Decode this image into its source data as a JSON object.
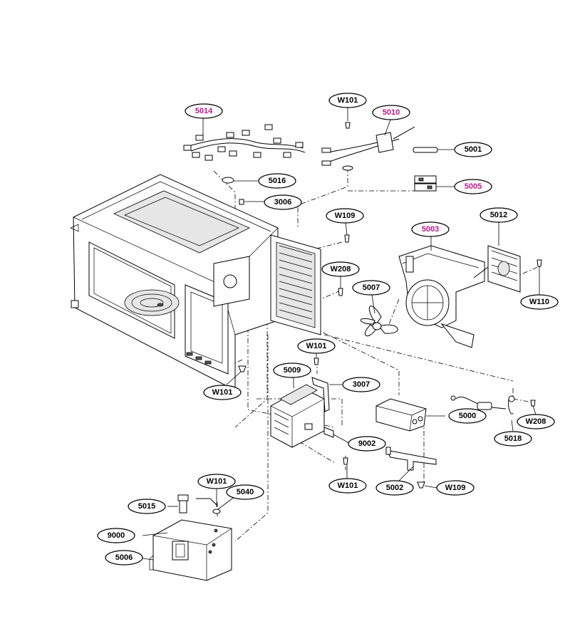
{
  "accent_color": "#c0168c",
  "callouts": [
    {
      "id": "5014",
      "label": "5014",
      "color": "#c0168c"
    },
    {
      "id": "w101-top",
      "label": "W101",
      "color": "#000000"
    },
    {
      "id": "5010",
      "label": "5010",
      "color": "#c0168c"
    },
    {
      "id": "5001",
      "label": "5001",
      "color": "#000000"
    },
    {
      "id": "5016",
      "label": "5016",
      "color": "#000000"
    },
    {
      "id": "5005",
      "label": "5005",
      "color": "#c0168c"
    },
    {
      "id": "3006",
      "label": "3006",
      "color": "#000000"
    },
    {
      "id": "w109-top",
      "label": "W109",
      "color": "#000000"
    },
    {
      "id": "5012",
      "label": "5012",
      "color": "#000000"
    },
    {
      "id": "5003",
      "label": "5003",
      "color": "#c0168c"
    },
    {
      "id": "w208-mid",
      "label": "W208",
      "color": "#000000"
    },
    {
      "id": "5007",
      "label": "5007",
      "color": "#000000"
    },
    {
      "id": "w110",
      "label": "W110",
      "color": "#000000"
    },
    {
      "id": "w101-mid",
      "label": "W101",
      "color": "#000000"
    },
    {
      "id": "5009",
      "label": "5009",
      "color": "#000000"
    },
    {
      "id": "3007",
      "label": "3007",
      "color": "#000000"
    },
    {
      "id": "w101-left",
      "label": "W101",
      "color": "#000000"
    },
    {
      "id": "5000",
      "label": "5000",
      "color": "#000000"
    },
    {
      "id": "w208-right",
      "label": "W208",
      "color": "#000000"
    },
    {
      "id": "5018",
      "label": "5018",
      "color": "#000000"
    },
    {
      "id": "9002",
      "label": "9002",
      "color": "#000000"
    },
    {
      "id": "w101-bottom",
      "label": "W101",
      "color": "#000000"
    },
    {
      "id": "5002",
      "label": "5002",
      "color": "#000000"
    },
    {
      "id": "w109-bottom",
      "label": "W109",
      "color": "#000000"
    },
    {
      "id": "w101-lower",
      "label": "W101",
      "color": "#000000"
    },
    {
      "id": "5040",
      "label": "5040",
      "color": "#000000"
    },
    {
      "id": "5015",
      "label": "5015",
      "color": "#000000"
    },
    {
      "id": "9000",
      "label": "9000",
      "color": "#000000"
    },
    {
      "id": "5006",
      "label": "5006",
      "color": "#000000"
    }
  ]
}
